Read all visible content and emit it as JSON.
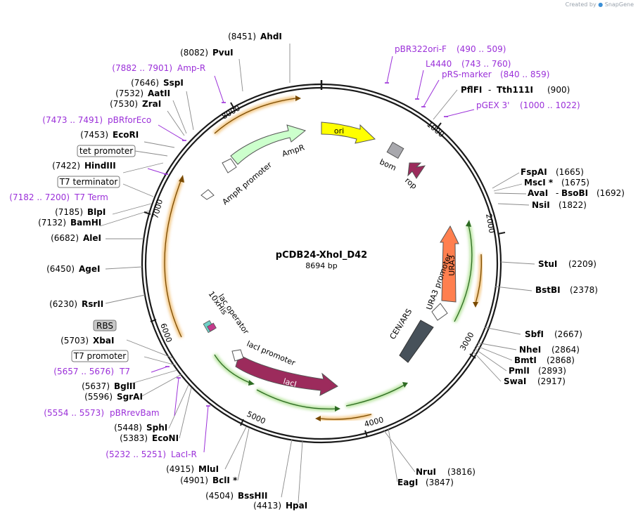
{
  "header": {
    "created_by": "Created by",
    "brand": "SnapGene"
  },
  "plasmid": {
    "name": "pCDB24-XhoI_D42",
    "length": "8694 bp"
  },
  "ticks": [
    "1000",
    "2000",
    "3000",
    "4000",
    "5000",
    "6000",
    "7000",
    "8000"
  ],
  "enzymes": [
    {
      "pos": "(8451)",
      "name": "AhdI"
    },
    {
      "pos": "(8082)",
      "name": "PvuI"
    },
    {
      "pos": "(7646)",
      "name": "SspI"
    },
    {
      "pos": "(7532)",
      "name": "AatII"
    },
    {
      "pos": "(7530)",
      "name": "ZraI"
    },
    {
      "pos": "(7453)",
      "name": "EcoRI"
    },
    {
      "pos": "(7422)",
      "name": "HindIII"
    },
    {
      "pos": "(7185)",
      "name": "BlpI"
    },
    {
      "pos": "(7132)",
      "name": "BamHI"
    },
    {
      "pos": "(6682)",
      "name": "AleI"
    },
    {
      "pos": "(6450)",
      "name": "AgeI"
    },
    {
      "pos": "(6230)",
      "name": "RsrII"
    },
    {
      "pos": "(5703)",
      "name": "XbaI"
    },
    {
      "pos": "(5637)",
      "name": "BglII"
    },
    {
      "pos": "(5596)",
      "name": "SgrAI"
    },
    {
      "pos": "(5448)",
      "name": "SphI"
    },
    {
      "pos": "(5383)",
      "name": "EcoNI"
    },
    {
      "pos": "(4915)",
      "name": "MluI"
    },
    {
      "pos": "(4901)",
      "name": "BclI *"
    },
    {
      "pos": "(4504)",
      "name": "BssHII"
    },
    {
      "pos": "(4413)",
      "name": "HpaI"
    },
    {
      "pos": "(900)",
      "name": "PflFI",
      "name2": "Tth111I"
    },
    {
      "pos": "(1665)",
      "name": "FspAI"
    },
    {
      "pos": "(1675)",
      "name": "MscI *"
    },
    {
      "pos": "(1692)",
      "name": "AvaI",
      "name2": "BsoBI"
    },
    {
      "pos": "(1822)",
      "name": "NsiI"
    },
    {
      "pos": "(2209)",
      "name": "StuI"
    },
    {
      "pos": "(2378)",
      "name": "BstBI"
    },
    {
      "pos": "(2667)",
      "name": "SbfI"
    },
    {
      "pos": "(2864)",
      "name": "NheI"
    },
    {
      "pos": "(2868)",
      "name": "BmtI"
    },
    {
      "pos": "(2893)",
      "name": "PmlI"
    },
    {
      "pos": "(2917)",
      "name": "SwaI"
    },
    {
      "pos": "(3816)",
      "name": "NruI"
    },
    {
      "pos": "(3847)",
      "name": "EagI"
    }
  ],
  "primers": [
    {
      "name": "Amp-R",
      "range": "(7882 .. 7901)"
    },
    {
      "name": "pBRforEco",
      "range": "(7473 .. 7491)"
    },
    {
      "name": "T7 Term",
      "range": "(7182 .. 7200)"
    },
    {
      "name": "T7",
      "range": "(5657 .. 5676)"
    },
    {
      "name": "pBRrevBam",
      "range": "(5554 .. 5573)"
    },
    {
      "name": "LacI-R",
      "range": "(5232 .. 5251)"
    },
    {
      "name": "pBR322ori-F",
      "range": "(490 .. 509)"
    },
    {
      "name": "L4440",
      "range": "(743 .. 760)"
    },
    {
      "name": "pRS-marker",
      "range": "(840 .. 859)"
    },
    {
      "name": "pGEX 3'",
      "range": "(1000 .. 1022)"
    }
  ],
  "boxed_features": [
    "tet promoter",
    "T7 terminator",
    "RBS",
    "T7 promoter"
  ],
  "features": {
    "ori": "ori",
    "ampr": "AmpR",
    "ampr_promoter": "AmpR promoter",
    "bom": "bom",
    "rop": "rop",
    "ura3": "URA3",
    "ura3_promoter": "URA3 promoter",
    "cen_ars": "CEN/ARS",
    "laci": "lacI",
    "laci_promoter": "lacI promoter",
    "lac_operator": "lac operator",
    "his_tag": "10xHis"
  },
  "colors": {
    "backbone": "#1a1a1a",
    "primer": "#9b30d9",
    "ori": "#ffff00",
    "ampr": "#ccffcc",
    "laci": "#9c2b5c",
    "rop": "#9c2b5c",
    "ura3": "#ff7f4f",
    "cen_ars": "#47515a",
    "bom": "#a8a8ad",
    "orf_green": "#4aa83a",
    "orf_orange": "#e09a2a",
    "rbs_box": "#c8c8c8"
  }
}
